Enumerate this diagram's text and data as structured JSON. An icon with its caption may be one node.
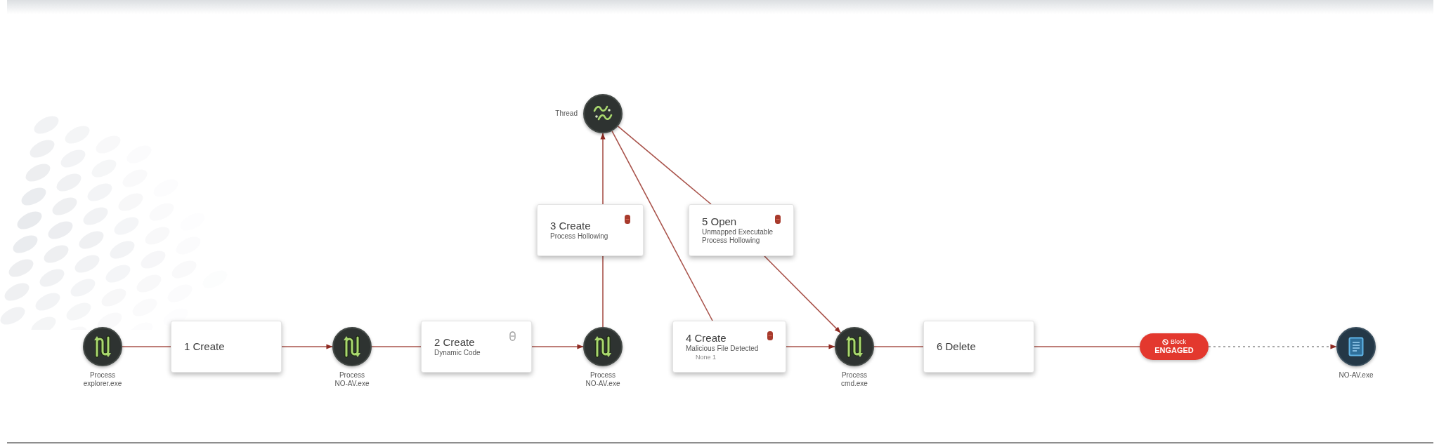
{
  "diagram": {
    "nodes": [
      {
        "text": [],
        "shape": "circle",
        "beside": [
          "Thread"
        ]
      },
      {
        "text": [
          "3 Create",
          "Process Hollowing"
        ]
      },
      {
        "text": [
          "5 Open",
          "Unmapped Executable",
          "Process Hollowing"
        ]
      },
      {
        "text": [],
        "shape": "circle",
        "beside": [
          "Process",
          "explorer.exe"
        ]
      },
      {
        "text": [
          "1 Create"
        ]
      },
      {
        "text": [],
        "shape": "circle",
        "beside": [
          "Process",
          "NO-AV.exe"
        ]
      },
      {
        "text": [
          "2 Create",
          "Dynamic Code"
        ]
      },
      {
        "text": [],
        "shape": "circle",
        "beside": [
          "Process",
          "NO-AV.exe"
        ]
      },
      {
        "text": [
          "4 Create",
          "Malicious File Detected",
          "None 1"
        ]
      },
      {
        "text": [],
        "shape": "circle",
        "beside": [
          "Process",
          "cmd.exe"
        ]
      },
      {
        "text": [
          "6 Delete"
        ]
      },
      {
        "text": [
          "Block",
          "ENGAGED"
        ]
      },
      {
        "text": [],
        "shape": "circle",
        "beside": [
          "NO-AV.exe"
        ]
      }
    ],
    "edges": [
      {
        "from": 3,
        "to": 4,
        "arrow": "none"
      },
      {
        "from": 4,
        "to": 5,
        "arrow": "to"
      },
      {
        "from": 5,
        "to": 6,
        "arrow": "none"
      },
      {
        "from": 6,
        "to": 7,
        "arrow": "to"
      },
      {
        "from": 7,
        "to": 1,
        "arrow": "none"
      },
      {
        "from": 1,
        "to": 0,
        "arrow": "to"
      },
      {
        "from": 0,
        "to": 8,
        "arrow": "none"
      },
      {
        "from": 8,
        "to": 9,
        "arrow": "to"
      },
      {
        "from": 0,
        "to": 2,
        "arrow": "none"
      },
      {
        "from": 2,
        "to": 9,
        "arrow": "to"
      },
      {
        "from": 9,
        "to": 10,
        "arrow": "none"
      },
      {
        "from": 10,
        "to": 11,
        "arrow": "none"
      },
      {
        "from": 11,
        "to": 12,
        "arrow": "to",
        "style": "dashed",
        "color": "#8c8c8c"
      }
    ]
  }
}
